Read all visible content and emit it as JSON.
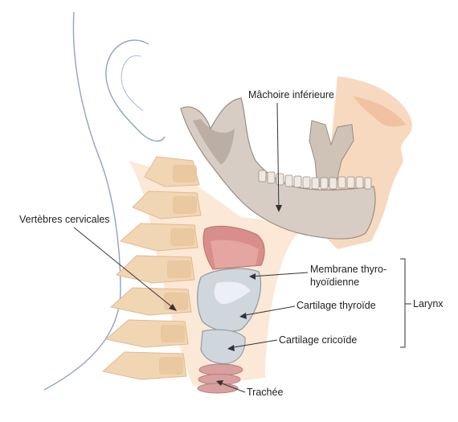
{
  "labels": {
    "jaw": "Mâchoire inférieure",
    "vertebrae": "Vertèbres cervicales",
    "membrane_line1": "Membrane thyro-",
    "membrane_line2": "hyoïdienne",
    "thyroid": "Cartilage thyroïde",
    "cricoid": "Cartilage cricoïde",
    "trachea": "Trachée",
    "larynx": "Larynx"
  },
  "colors": {
    "skin": "#f7d9bf",
    "skin_shadow": "#eeb894",
    "bone": "#d8cdc4",
    "bone_dark": "#9a8c80",
    "vertebra": "#f1d6b4",
    "cartilage": "#cfd6dc",
    "tissue": "#d88f8b",
    "outline": "#8fa2c8",
    "leader": "#333333"
  }
}
